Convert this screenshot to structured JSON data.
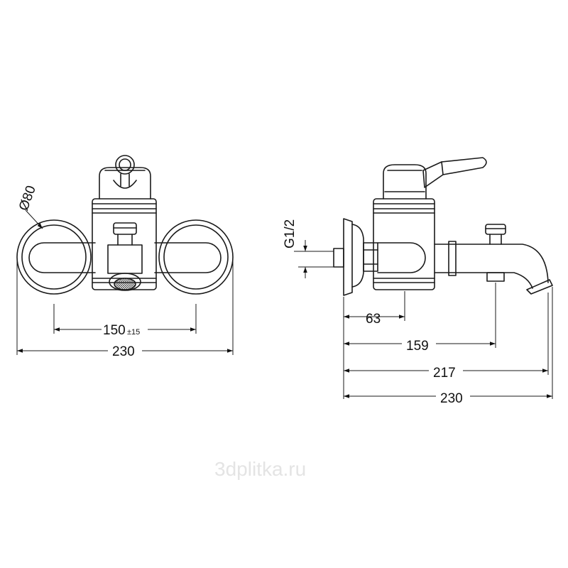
{
  "front_view": {
    "diameter_label": "Ø80",
    "spacing_label": "150",
    "spacing_tolerance": "±15",
    "width_label": "230"
  },
  "side_view": {
    "thread_label": "G1/2",
    "dim_63": "63",
    "dim_159": "159",
    "dim_217": "217",
    "dim_230": "230"
  },
  "watermark": "3dplitka.ru"
}
